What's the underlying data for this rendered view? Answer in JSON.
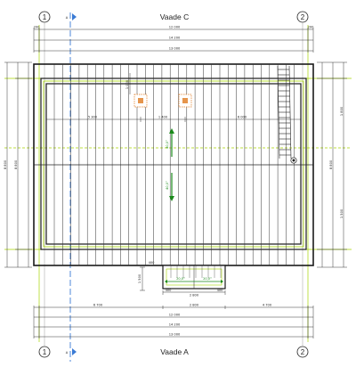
{
  "titles": {
    "top": "Vaade C",
    "bottom": "Vaade A"
  },
  "axes": {
    "left": "1",
    "right": "2"
  },
  "marker_label": "A",
  "dims": {
    "top_chain_1": "12 000",
    "top_chain_2": "14 200",
    "top_chain_3": "13 000",
    "top_edge_small": "200",
    "bottom_seg_left": "6 700",
    "bottom_seg_mid": "2 800",
    "bottom_seg_right": "4 700",
    "bottom_chain_1": "12 000",
    "bottom_chain_2": "14 200",
    "bottom_chain_3": "13 000",
    "left_vertical": "8 800",
    "right_vertical_1": "8 800",
    "right_vertical_2": "1 800",
    "right_vertical_3": "1 500",
    "inner_row_left": "5 300",
    "inner_row_mid": "1 400",
    "inner_row_right": "6 000",
    "inner_col_top": "1 000",
    "entrance_depth": "1 500",
    "entrance_width": "2 800",
    "entrance_offsets": [
      "400",
      "400",
      "400"
    ]
  },
  "slopes": {
    "roof_upper": "40,0°",
    "roof_lower": "40,0°",
    "porch_left": "20,0°",
    "porch_right": "20,0°"
  },
  "colors": {
    "structure": "#1a1a1a",
    "guide_green": "#a6d400",
    "guide_blue": "#3a7bd5",
    "slope_green": "#1a8a1a",
    "chimney": "#e07a1f"
  }
}
